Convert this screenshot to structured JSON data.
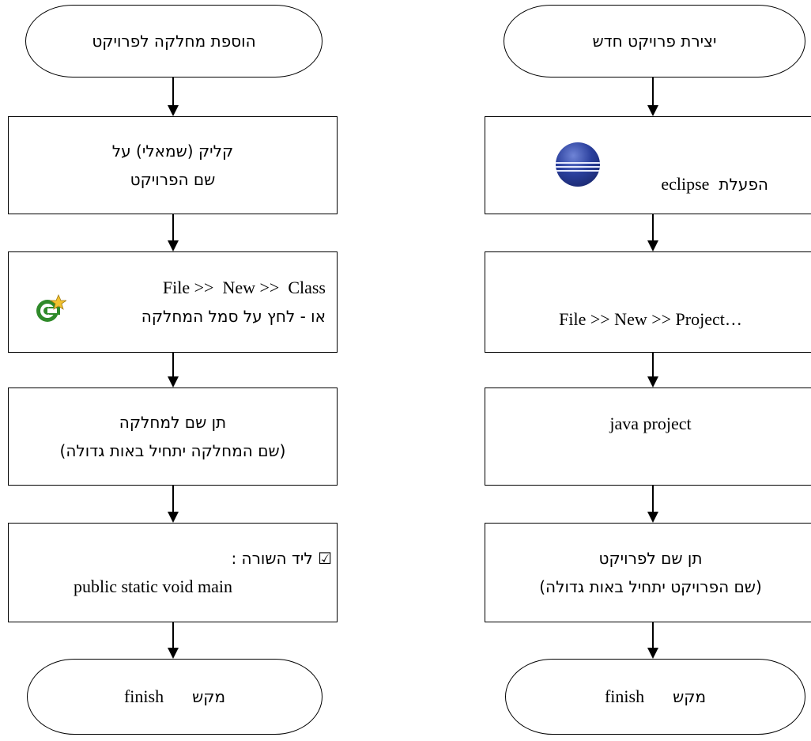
{
  "left_flow": {
    "start": "הוספת מחלקה לפרויקט",
    "step1": [
      "קליק (שמאלי) על",
      "שם הפרויקט"
    ],
    "step2": [
      "File >>  New >>  Class",
      "או - לחץ על סמל המחלקה"
    ],
    "step3": [
      "תן שם למחלקה",
      "(שם המחלקה יתחיל באות גדולה)"
    ],
    "step4": [
      "☑ ליד השורה :",
      "public static void main"
    ],
    "end": [
      "מקש",
      "finish"
    ],
    "icon": "new-class-icon"
  },
  "right_flow": {
    "start": "יצירת פרויקט חדש",
    "step1": [
      "הפעלת",
      "eclipse"
    ],
    "step2": "File >> New >> Project…",
    "step3": "java project",
    "step4": [
      "תן שם לפרויקט",
      "(שם הפרויקט יתחיל באות גדולה)"
    ],
    "end": [
      "מקש",
      "finish"
    ],
    "icon": "eclipse-logo-icon"
  }
}
